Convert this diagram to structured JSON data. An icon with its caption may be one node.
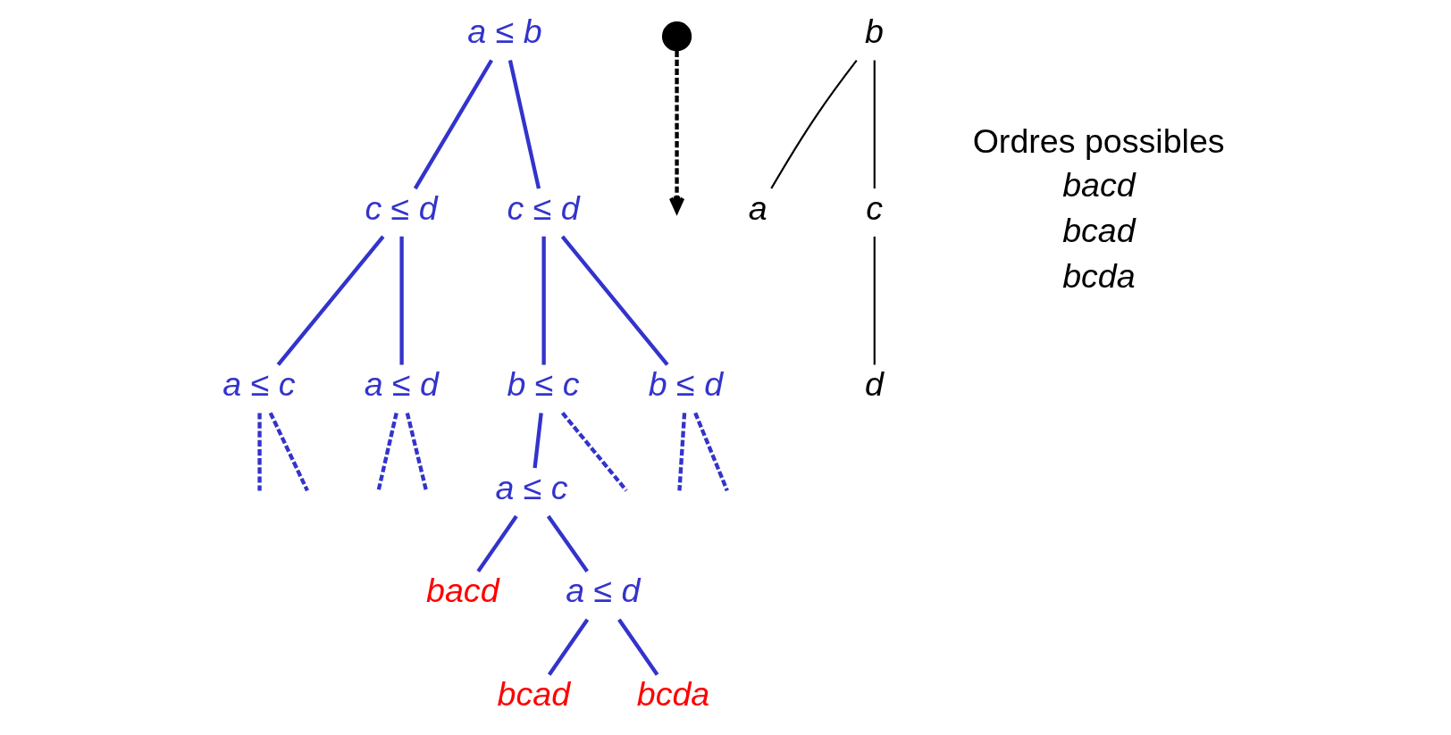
{
  "diagram": {
    "nodes": [
      {
        "text": [
          "a ≤ b"
        ]
      },
      {
        "text": [
          "c ≤ d"
        ]
      },
      {
        "text": [
          "c ≤ d"
        ]
      },
      {
        "text": [
          "a ≤ c"
        ]
      },
      {
        "text": [
          "a ≤ d"
        ]
      },
      {
        "text": [
          "b ≤ c"
        ]
      },
      {
        "text": [
          "b ≤ d"
        ]
      },
      {
        "text": [
          "a ≤ c"
        ]
      },
      {
        "text": [
          "bacd"
        ]
      },
      {
        "text": [
          "a ≤ d"
        ]
      },
      {
        "text": [
          "bcad"
        ]
      },
      {
        "text": [
          "bcda"
        ]
      },
      {
        "text": [],
        "shape": "circle"
      },
      {
        "text": [
          "a"
        ]
      },
      {
        "text": [
          "b"
        ]
      },
      {
        "text": [
          "c"
        ]
      },
      {
        "text": [
          "d"
        ]
      }
    ],
    "edges": [
      {
        "from": 0,
        "to": 1,
        "arrow": "none"
      },
      {
        "from": 0,
        "to": 2,
        "arrow": "none"
      },
      {
        "from": 1,
        "to": 3,
        "arrow": "none"
      },
      {
        "from": 1,
        "to": 4,
        "arrow": "none"
      },
      {
        "from": 2,
        "to": 5,
        "arrow": "none"
      },
      {
        "from": 2,
        "to": 6,
        "arrow": "none"
      },
      {
        "from": 3,
        "to": null,
        "arrow": "none",
        "style": "dashed"
      },
      {
        "from": 3,
        "to": null,
        "arrow": "none",
        "style": "dashed"
      },
      {
        "from": 4,
        "to": null,
        "arrow": "none",
        "style": "dashed"
      },
      {
        "from": 4,
        "to": null,
        "arrow": "none",
        "style": "dashed"
      },
      {
        "from": 5,
        "to": 7,
        "arrow": "none"
      },
      {
        "from": 5,
        "to": null,
        "arrow": "none",
        "style": "dashed"
      },
      {
        "from": 6,
        "to": null,
        "arrow": "none",
        "style": "dashed"
      },
      {
        "from": 6,
        "to": null,
        "arrow": "none",
        "style": "dashed"
      },
      {
        "from": 7,
        "to": 8,
        "arrow": "none"
      },
      {
        "from": 7,
        "to": 9,
        "arrow": "none"
      },
      {
        "from": 9,
        "to": 10,
        "arrow": "none"
      },
      {
        "from": 9,
        "to": 11,
        "arrow": "none"
      },
      {
        "from": 12,
        "to": null,
        "arrow": "to",
        "style": "dashed",
        "color": "#000000"
      },
      {
        "from": 14,
        "to": 13,
        "arrow": "none",
        "color": "#000000"
      },
      {
        "from": 14,
        "to": 15,
        "arrow": "none",
        "color": "#000000"
      },
      {
        "from": 15,
        "to": 16,
        "arrow": "none",
        "color": "#000000"
      }
    ],
    "labels": [
      "Ordres possibles",
      "bacd",
      "bcad",
      "bcda"
    ]
  }
}
